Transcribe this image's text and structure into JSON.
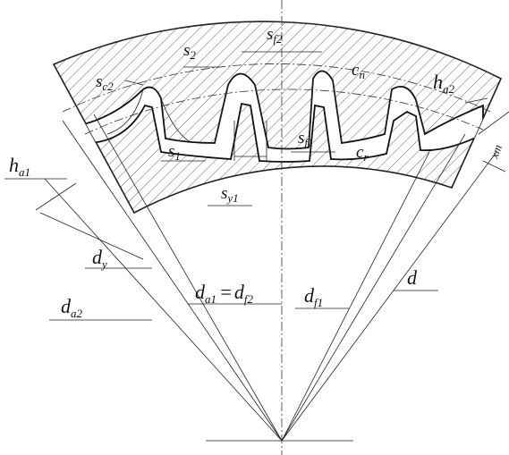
{
  "labels": {
    "s_c2": "s",
    "s_c2_sub": "c2",
    "s_2": "s",
    "s_2_sub": "2",
    "s_f2": "s",
    "s_f2_sub": "f2",
    "c_n": "c",
    "c_n_sub": "n",
    "h_a2": "h",
    "h_a2_sub": "a2",
    "h_a1": "h",
    "h_a1_sub": "a1",
    "s_1": "s",
    "s_1_sub": "1",
    "s_f1": "s",
    "s_f1_sub": "f1",
    "c_r": "c",
    "c_r_sub": "r",
    "s_y1": "s",
    "s_y1_sub": "y1",
    "xm": "xm",
    "d_y": "d",
    "d_y_sub": "y",
    "d_a2": "d",
    "d_a2_sub": "a2",
    "d_a1": "d",
    "d_a1_sub": "a1",
    "eq": "=",
    "d_f2": "d",
    "d_f2_sub": "f2",
    "d_f1": "d",
    "d_f1_sub": "f1",
    "d": "d"
  },
  "colors": {
    "line": "#222222",
    "hatch": "#555555",
    "background": "#ffffff"
  }
}
